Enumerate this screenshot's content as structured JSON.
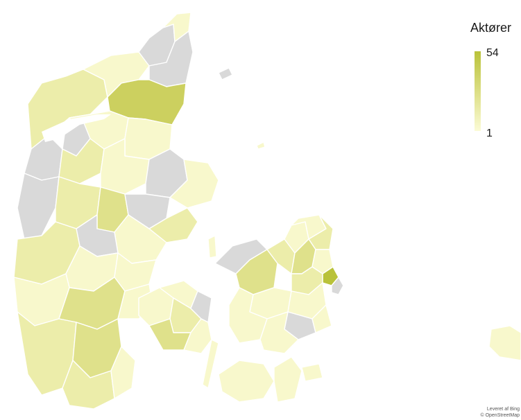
{
  "legend": {
    "title": "Aktører",
    "max_label": "54",
    "min_label": "1",
    "color_high": "#b9c23a",
    "color_low": "#fbfbd6"
  },
  "attribution": {
    "line1": "Leveret af Bing",
    "line2": "© OpenStreetMap"
  },
  "colors": {
    "no_data": "#d9d9d9",
    "level_1": "#f8f8cc",
    "level_2": "#ecedaa",
    "level_3": "#dfe18b",
    "level_4": "#ccd05f",
    "level_5": "#b9c23a"
  }
}
